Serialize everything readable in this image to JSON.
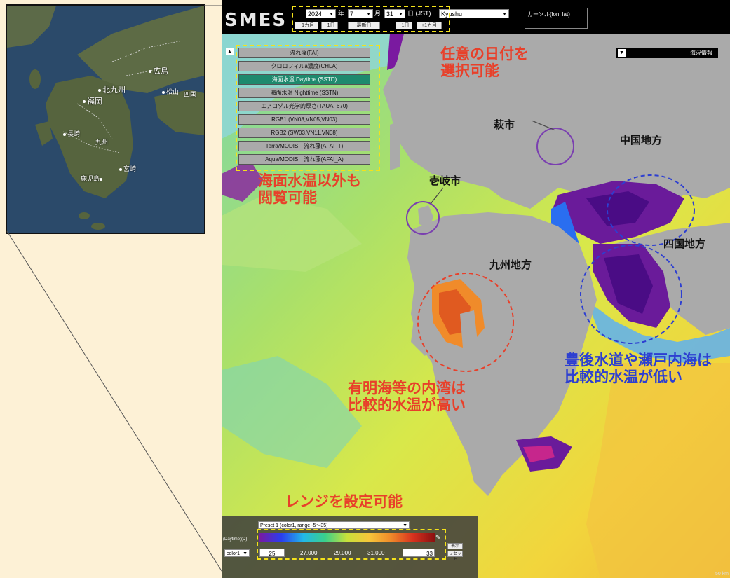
{
  "inset": {
    "places": [
      "広島",
      "北九州",
      "福岡",
      "松山",
      "四国",
      "長崎",
      "九州",
      "宮崎",
      "鹿児島"
    ]
  },
  "app": {
    "logo": "SMES",
    "date": {
      "year": "2024",
      "year_unit": "年",
      "month": "7",
      "month_unit": "月",
      "day": "31",
      "day_unit": "日 (JST)",
      "region": "Kyushu",
      "buttons": [
        "−1カ月",
        "−1日",
        "最新日",
        "+1日",
        "+1カ月"
      ]
    },
    "cursor_label": "カーソル(lon, lat)",
    "info_button": "海況情報",
    "layers": [
      {
        "label": "流れ藻(FAI)",
        "active": false
      },
      {
        "label": "クロロフィルa濃度(CHLA)",
        "active": false
      },
      {
        "label": "海面水温 Daytime (SSTD)",
        "active": true
      },
      {
        "label": "海面水温 Nighttime (SSTN)",
        "active": false
      },
      {
        "label": "エアロゾル光学的厚さ(TAUA_670)",
        "active": false
      },
      {
        "label": "RGB1 (VN08,VN05,VN03)",
        "active": false
      },
      {
        "label": "RGB2 (SW03,VN11,VN08)",
        "active": false
      },
      {
        "label": "Terra/MODIS　流れ藻(AFAI_T)",
        "active": false
      },
      {
        "label": "Aqua/MODIS　流れ藻(AFAI_A)",
        "active": false
      }
    ],
    "colorbar": {
      "preset": "Preset 1 (color1, range -5〜35)",
      "side_label": "(Daytime)(D)",
      "palette": "color1",
      "min": "25",
      "ticks": [
        "27.000",
        "29.000",
        "31.000"
      ],
      "max": "33",
      "btn_show": "表示",
      "btn_reset": "リセット"
    },
    "scale_info": "50 km"
  },
  "annotations": {
    "date_select": [
      "任意の日付を",
      "選択可能"
    ],
    "other_layers": [
      "海面水温以外も",
      "閲覧可能"
    ],
    "range_setting": "レンジを設定可能",
    "inner_bay": [
      "有明海等の内湾は",
      "比較的水温が高い"
    ],
    "bungo": [
      "豊後水道や瀬戸内海は",
      "比較的水温が低い"
    ],
    "hagi": "萩市",
    "iki": "壱岐市",
    "chugoku": "中国地方",
    "shikoku": "四国地方",
    "kyushu": "九州地方"
  },
  "colors": {
    "page_bg": "#fdf1d6",
    "accent_red": "#e8402a",
    "accent_blue": "#2d3fd1",
    "highlight_yellow": "#f4e21a",
    "active_layer": "#1e8a6e",
    "land_gray": "#aaaaaa"
  }
}
